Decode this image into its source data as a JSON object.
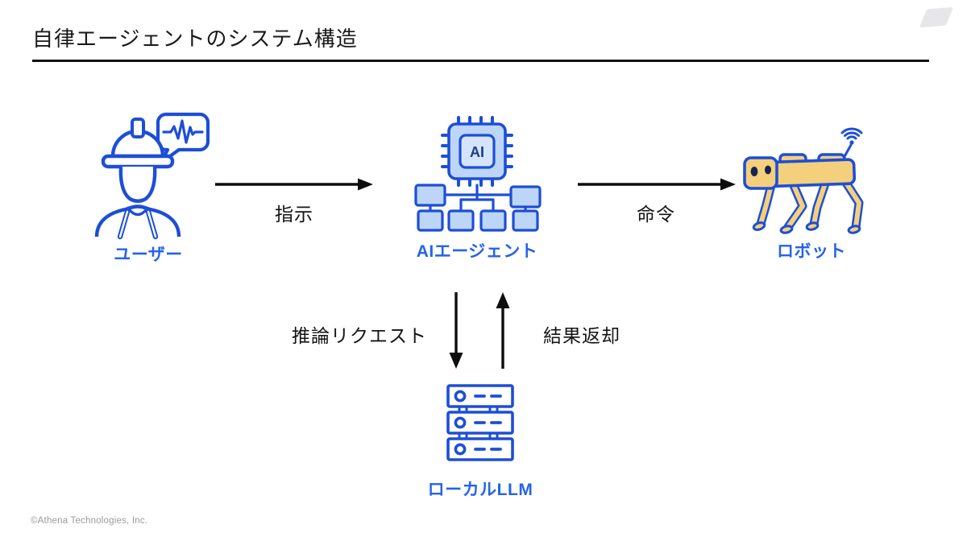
{
  "header": {
    "title": "自律エージェントのシステム構造"
  },
  "theme": {
    "accent": "#2563eb",
    "outline": "#1d4ed8",
    "fill-light": "#bdd6f8",
    "fill-lighter": "#d6e4fb",
    "robot-body": "#f4cf7c",
    "arrow-ink": "#0d0d0d",
    "muted": "#9a9a9a"
  },
  "diagram": {
    "nodes": {
      "user": {
        "label": "ユーザー",
        "icon": "construction-worker-with-speech-bubble"
      },
      "agent": {
        "label": "AIエージェント",
        "icon": "ai-chip-network",
        "chip_text": "AI"
      },
      "robot": {
        "label": "ロボット",
        "icon": "robot-dog-with-wifi"
      },
      "llm": {
        "label": "ローカルLLM",
        "icon": "server-stack"
      }
    },
    "edges": {
      "user_to_agent": {
        "label": "指示",
        "direction": "right"
      },
      "agent_to_robot": {
        "label": "命令",
        "direction": "right"
      },
      "agent_to_llm": {
        "label": "推論リクエスト",
        "direction": "down"
      },
      "llm_to_agent": {
        "label": "結果返却",
        "direction": "up"
      }
    }
  },
  "footer": {
    "copyright": "©Athena Technologies, Inc."
  }
}
